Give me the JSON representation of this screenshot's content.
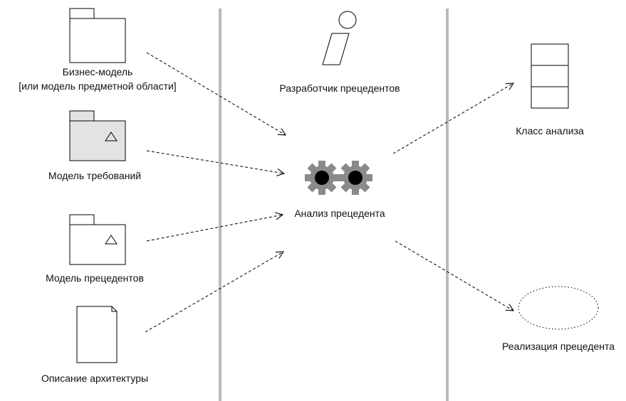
{
  "colors": {
    "swimlane": "#b9b9b9",
    "shaded_package": "#e3e3e3",
    "gear": "#8a8a8a",
    "line": "#000000"
  },
  "inputs": {
    "business_model": {
      "line1": "Бизнес-модель",
      "line2": "[или модель предметной области]",
      "icon": "package-icon"
    },
    "requirements_model": {
      "label": "Модель требований",
      "icon": "model-package-icon"
    },
    "use_case_model": {
      "label": "Модель прецедентов",
      "icon": "model-package-icon"
    },
    "architecture_description": {
      "label": "Описание архитектуры",
      "icon": "document-icon"
    }
  },
  "worker": {
    "label": "Разработчик прецедентов",
    "icon": "worker-icon"
  },
  "activity": {
    "label": "Анализ прецедента",
    "icon": "gears-icon"
  },
  "outputs": {
    "analysis_class": {
      "label": "Класс анализа",
      "icon": "class-icon"
    },
    "use_case_realization": {
      "label": "Реализация прецедента",
      "icon": "collaboration-ellipse-icon"
    }
  }
}
